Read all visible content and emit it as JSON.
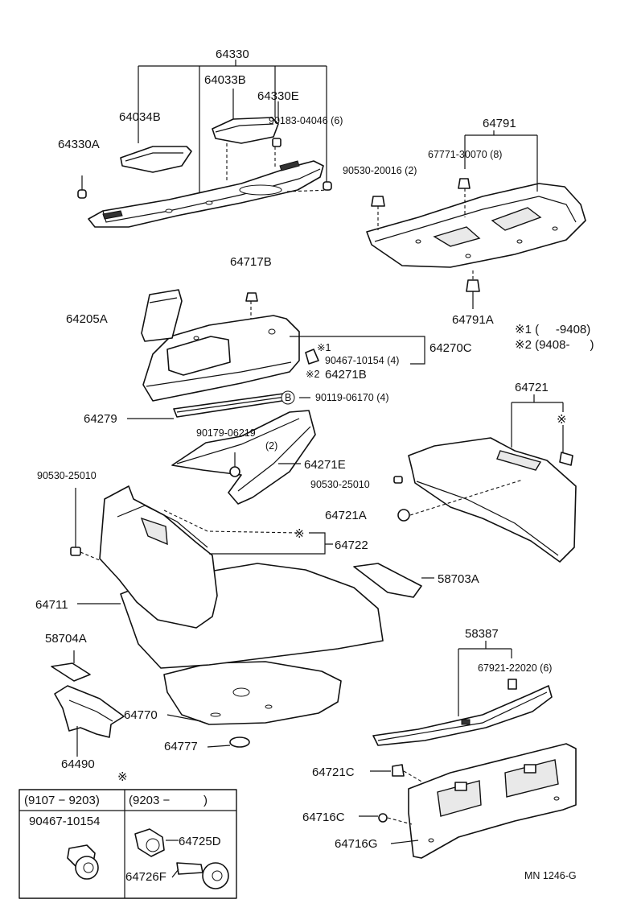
{
  "labels": {
    "l_64330": "64330",
    "l_64033B": "64033B",
    "l_64330E": "64330E",
    "l_64034B": "64034B",
    "l_64330A": "64330A",
    "l_90183": "90183-04046 (6)",
    "l_64791": "64791",
    "l_67771": "67771-30070 (8)",
    "l_90530_20016": "90530-20016 (2)",
    "l_64791A": "64791A",
    "l_note1": "※1 (     -9408)",
    "l_note2": "※2 (9408-      )",
    "l_64717B": "64717B",
    "l_64205A": "64205A",
    "l_mark1": "※1",
    "l_90467_4": "90467-10154 (4)",
    "l_64270C": "64270C",
    "l_mark2": "※2",
    "l_64271B": "64271B",
    "l_b": "B",
    "l_90119": "90119-06170 (4)",
    "l_64279": "64279",
    "l_90179": "90179-06219",
    "l_90179q": "(2)",
    "l_64271E": "64271E",
    "l_64721": "64721",
    "l_64721_mark": "※",
    "l_90530_25010_left": "90530-25010",
    "l_90530_25010_right": "90530-25010",
    "l_64721A": "64721A",
    "l_64722_mark": "※",
    "l_64722": "64722",
    "l_58703A": "58703A",
    "l_64711": "64711",
    "l_58704A": "58704A",
    "l_58387": "58387",
    "l_67921": "67921-22020 (6)",
    "l_64770": "64770",
    "l_64777": "64777",
    "l_64490": "64490",
    "l_64721C": "64721C",
    "l_64716C": "64716C",
    "l_64716G": "64716G",
    "l_code": "MN 1246-G"
  },
  "legend_box": {
    "mark": "※",
    "col_left_range": "(9107 − 9203)",
    "col_right_range": "(9203 −          )",
    "left_part": "90467-10154",
    "right_part_1": "64725D",
    "right_part_2": "64726F"
  }
}
